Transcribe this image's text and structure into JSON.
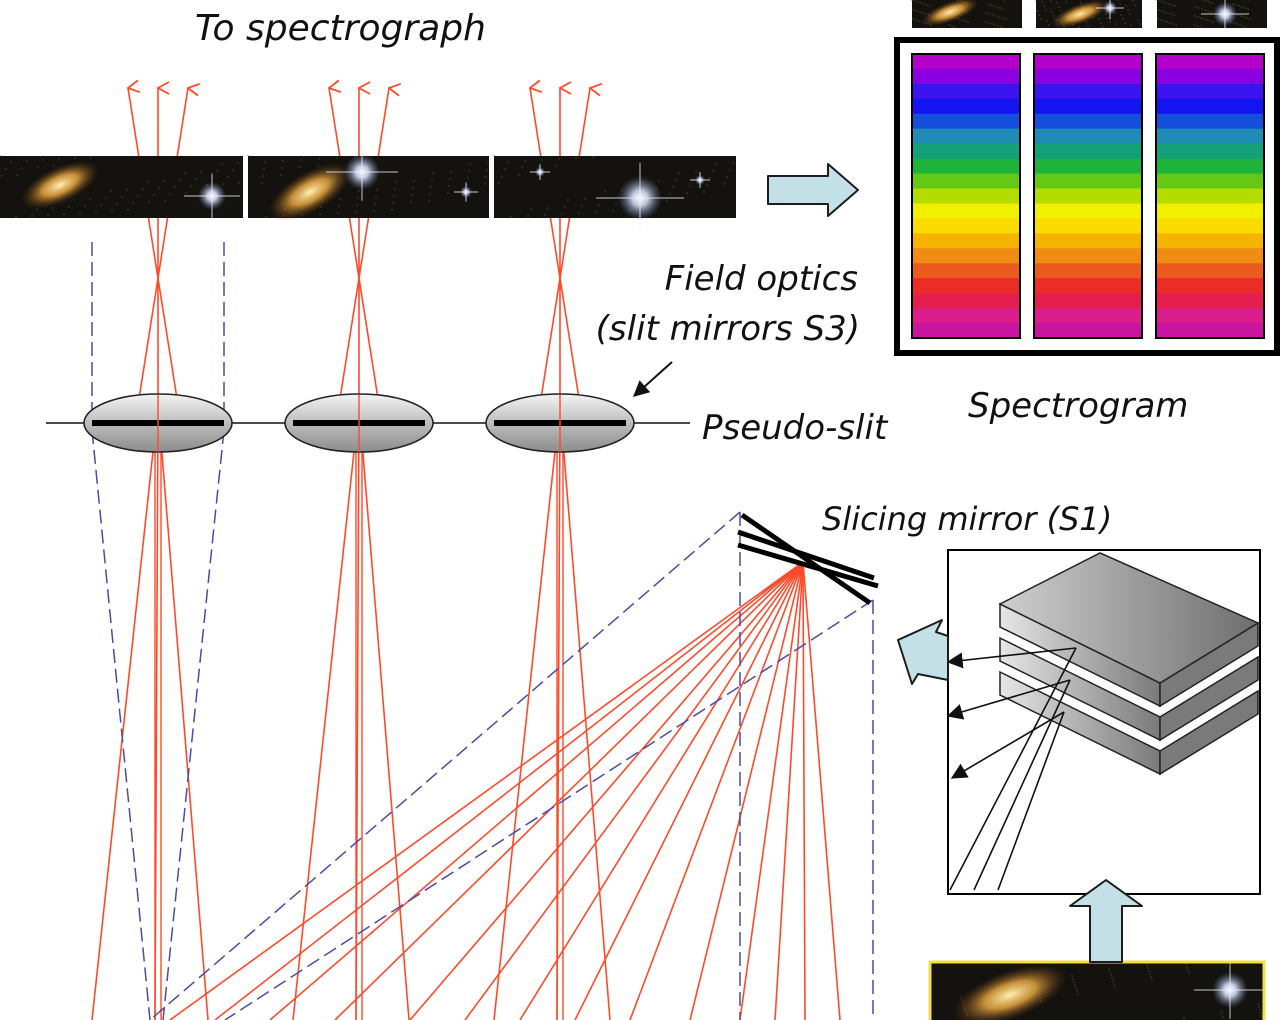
{
  "labels": {
    "to_spectrograph": "To spectrograph",
    "field_optics_line1": "Field optics",
    "field_optics_line2": "(slit mirrors S3)",
    "pseudo_slit": "Pseudo-slit",
    "spectrogram": "Spectrogram",
    "slicing_mirror": "Slicing mirror (S1)"
  },
  "colors": {
    "ray": "#ff4a2a",
    "dashed_beam": "#4a4aa8",
    "big_arrow_fill": "#c3e0e6",
    "big_arrow_stroke": "#1c1c1c",
    "mirror_gray": "#c8c8c8",
    "outline": "#111111"
  },
  "spectrum_colors": [
    "#b400c8",
    "#8a00e0",
    "#3c14f0",
    "#1414f0",
    "#1450dc",
    "#1e8cb4",
    "#14a078",
    "#1eb43c",
    "#64c814",
    "#b4dc00",
    "#f0f000",
    "#fadc00",
    "#f5b400",
    "#f08c14",
    "#eb5a1e",
    "#eb2d28",
    "#e61e50",
    "#dc1e8c",
    "#c8149e"
  ],
  "icons": {
    "big_arrow": "block-arrow-icon",
    "pointer": "arrow-pointer-icon"
  }
}
